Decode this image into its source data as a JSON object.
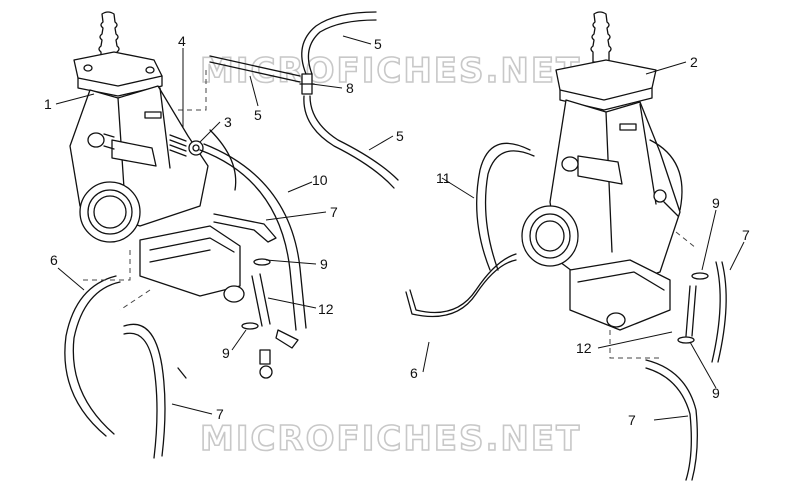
{
  "watermark": "MICROFICHES.NET",
  "callouts": [
    {
      "id": "c1",
      "label": "1"
    },
    {
      "id": "c2",
      "label": "2"
    },
    {
      "id": "c3",
      "label": "3"
    },
    {
      "id": "c4",
      "label": "4"
    },
    {
      "id": "c5a",
      "label": "5"
    },
    {
      "id": "c5b",
      "label": "5"
    },
    {
      "id": "c5c",
      "label": "5"
    },
    {
      "id": "c6a",
      "label": "6"
    },
    {
      "id": "c6b",
      "label": "6"
    },
    {
      "id": "c7a",
      "label": "7"
    },
    {
      "id": "c7b",
      "label": "7"
    },
    {
      "id": "c7c",
      "label": "7"
    },
    {
      "id": "c7d",
      "label": "7"
    },
    {
      "id": "c8",
      "label": "8"
    },
    {
      "id": "c9a",
      "label": "9"
    },
    {
      "id": "c9b",
      "label": "9"
    },
    {
      "id": "c9c",
      "label": "9"
    },
    {
      "id": "c9d",
      "label": "9"
    },
    {
      "id": "c10",
      "label": "10"
    },
    {
      "id": "c11",
      "label": "11"
    },
    {
      "id": "c12a",
      "label": "12"
    },
    {
      "id": "c12b",
      "label": "12"
    }
  ]
}
